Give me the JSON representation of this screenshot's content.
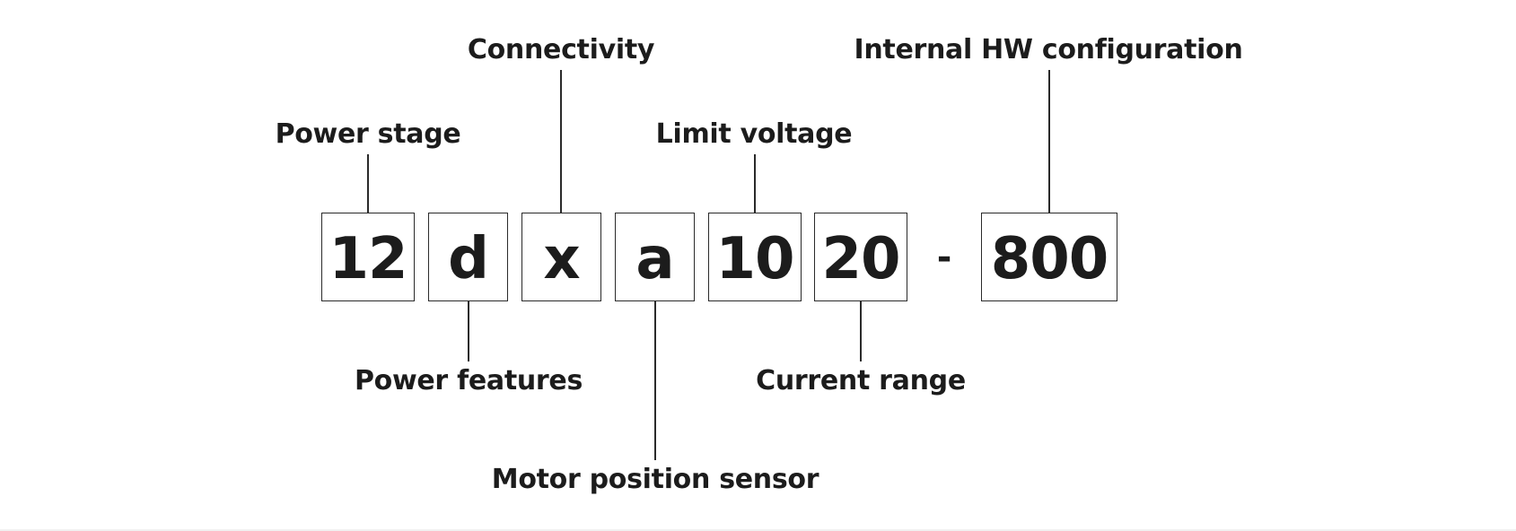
{
  "segments": {
    "power_stage": "12",
    "power_features": "d",
    "connectivity": "x",
    "motor_position_sensor": "a",
    "limit_voltage": "10",
    "current_range": "20",
    "separator": "-",
    "internal_hw_configuration": "800"
  },
  "labels": {
    "power_stage": "Power stage",
    "power_features": "Power features",
    "connectivity": "Connectivity",
    "motor_position_sensor": "Motor position sensor",
    "limit_voltage": "Limit voltage",
    "current_range": "Current range",
    "internal_hw_configuration": "Internal HW configuration"
  }
}
